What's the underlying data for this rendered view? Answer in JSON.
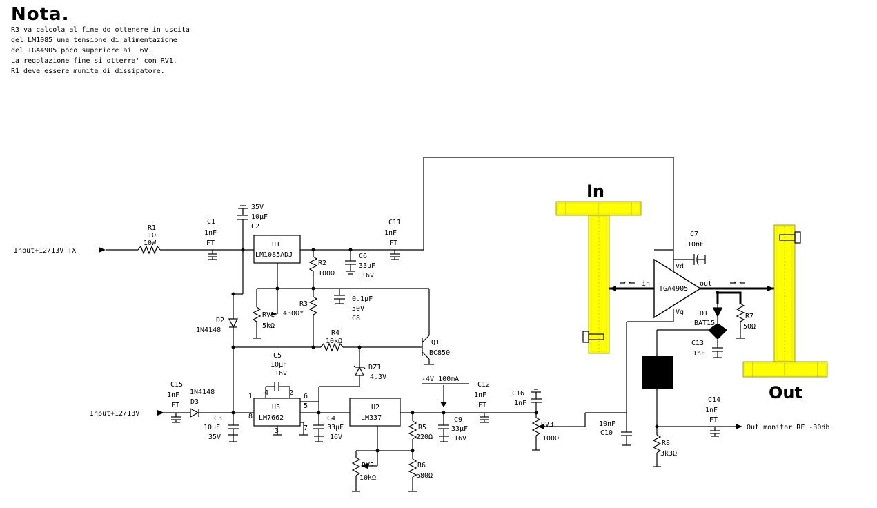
{
  "note": {
    "title": "Nota.",
    "lines": [
      "R3 va calcola al fine do ottenere in uscita",
      "del LM1085 una tensione di alimentazione",
      "del TGA4905 poco superiore ai  6V.",
      "La regolazione fine si otterra' con RV1.",
      "R1 deve essere munita di dissipatore."
    ]
  },
  "io": {
    "input_tx": "Input+12/13V TX",
    "input_12": "Input+12/13V",
    "out_monitor": "Out monitor RF -30db",
    "in_label": "In",
    "out_label": "Out",
    "current": "-4V 100mA"
  },
  "components": {
    "R1": [
      "R1",
      "1Ω",
      "10W"
    ],
    "C1": [
      "C1",
      "1nF",
      "FT"
    ],
    "C2": [
      "35V",
      "10µF",
      "C2"
    ],
    "U1": [
      "U1",
      "LM1085ADJ"
    ],
    "R2": [
      "R2",
      "100Ω"
    ],
    "C6": [
      "C6",
      "33µF",
      "16V"
    ],
    "C11": [
      "C11",
      "1nF",
      "FT"
    ],
    "RV1": [
      "RV1",
      "5kΩ"
    ],
    "R3": [
      "R3",
      "430Ω*"
    ],
    "C8": [
      "0.1µF",
      "50V",
      "C8"
    ],
    "D2": [
      "D2",
      "1N4148"
    ],
    "R4": [
      "R4",
      "10kΩ"
    ],
    "Q1": [
      "Q1",
      "BC850"
    ],
    "DZ1": [
      "DZ1",
      "4.3V"
    ],
    "C5": [
      "C5",
      "10µF",
      "16V"
    ],
    "U3": [
      "U3",
      "LM7662"
    ],
    "U3_pins": [
      "1",
      "4",
      "2",
      "6",
      "5",
      "8",
      "3",
      "7"
    ],
    "C15": [
      "C15",
      "1nF",
      "FT"
    ],
    "D3": [
      "1N4148",
      "D3"
    ],
    "C3": [
      "C3",
      "10µF",
      "35V"
    ],
    "C4": [
      "C4",
      "33µF",
      "16V"
    ],
    "U2": [
      "U2",
      "LM337"
    ],
    "R5": [
      "R5",
      "220Ω"
    ],
    "C9": [
      "C9",
      "33µF",
      "16V"
    ],
    "C12": [
      "C12",
      "1nF",
      "FT"
    ],
    "C16": [
      "C16",
      "1nF"
    ],
    "RV3": [
      "RV3",
      "100Ω"
    ],
    "RV2": [
      "RV2",
      "10kΩ"
    ],
    "R6": [
      "R6",
      "680Ω"
    ],
    "C10": [
      "10nF",
      "C10"
    ],
    "C7": [
      "C7",
      "10nF"
    ],
    "TGA": [
      "TGA4905",
      "Vd",
      "Vg",
      "in",
      "out"
    ],
    "D1": [
      "D1",
      "BAT15"
    ],
    "R7": [
      "R7",
      "50Ω"
    ],
    "C13": [
      "C13",
      "1nF"
    ],
    "R8": [
      "R8",
      "3k3Ω"
    ],
    "C14": [
      "C14",
      "1nF",
      "FT"
    ]
  }
}
